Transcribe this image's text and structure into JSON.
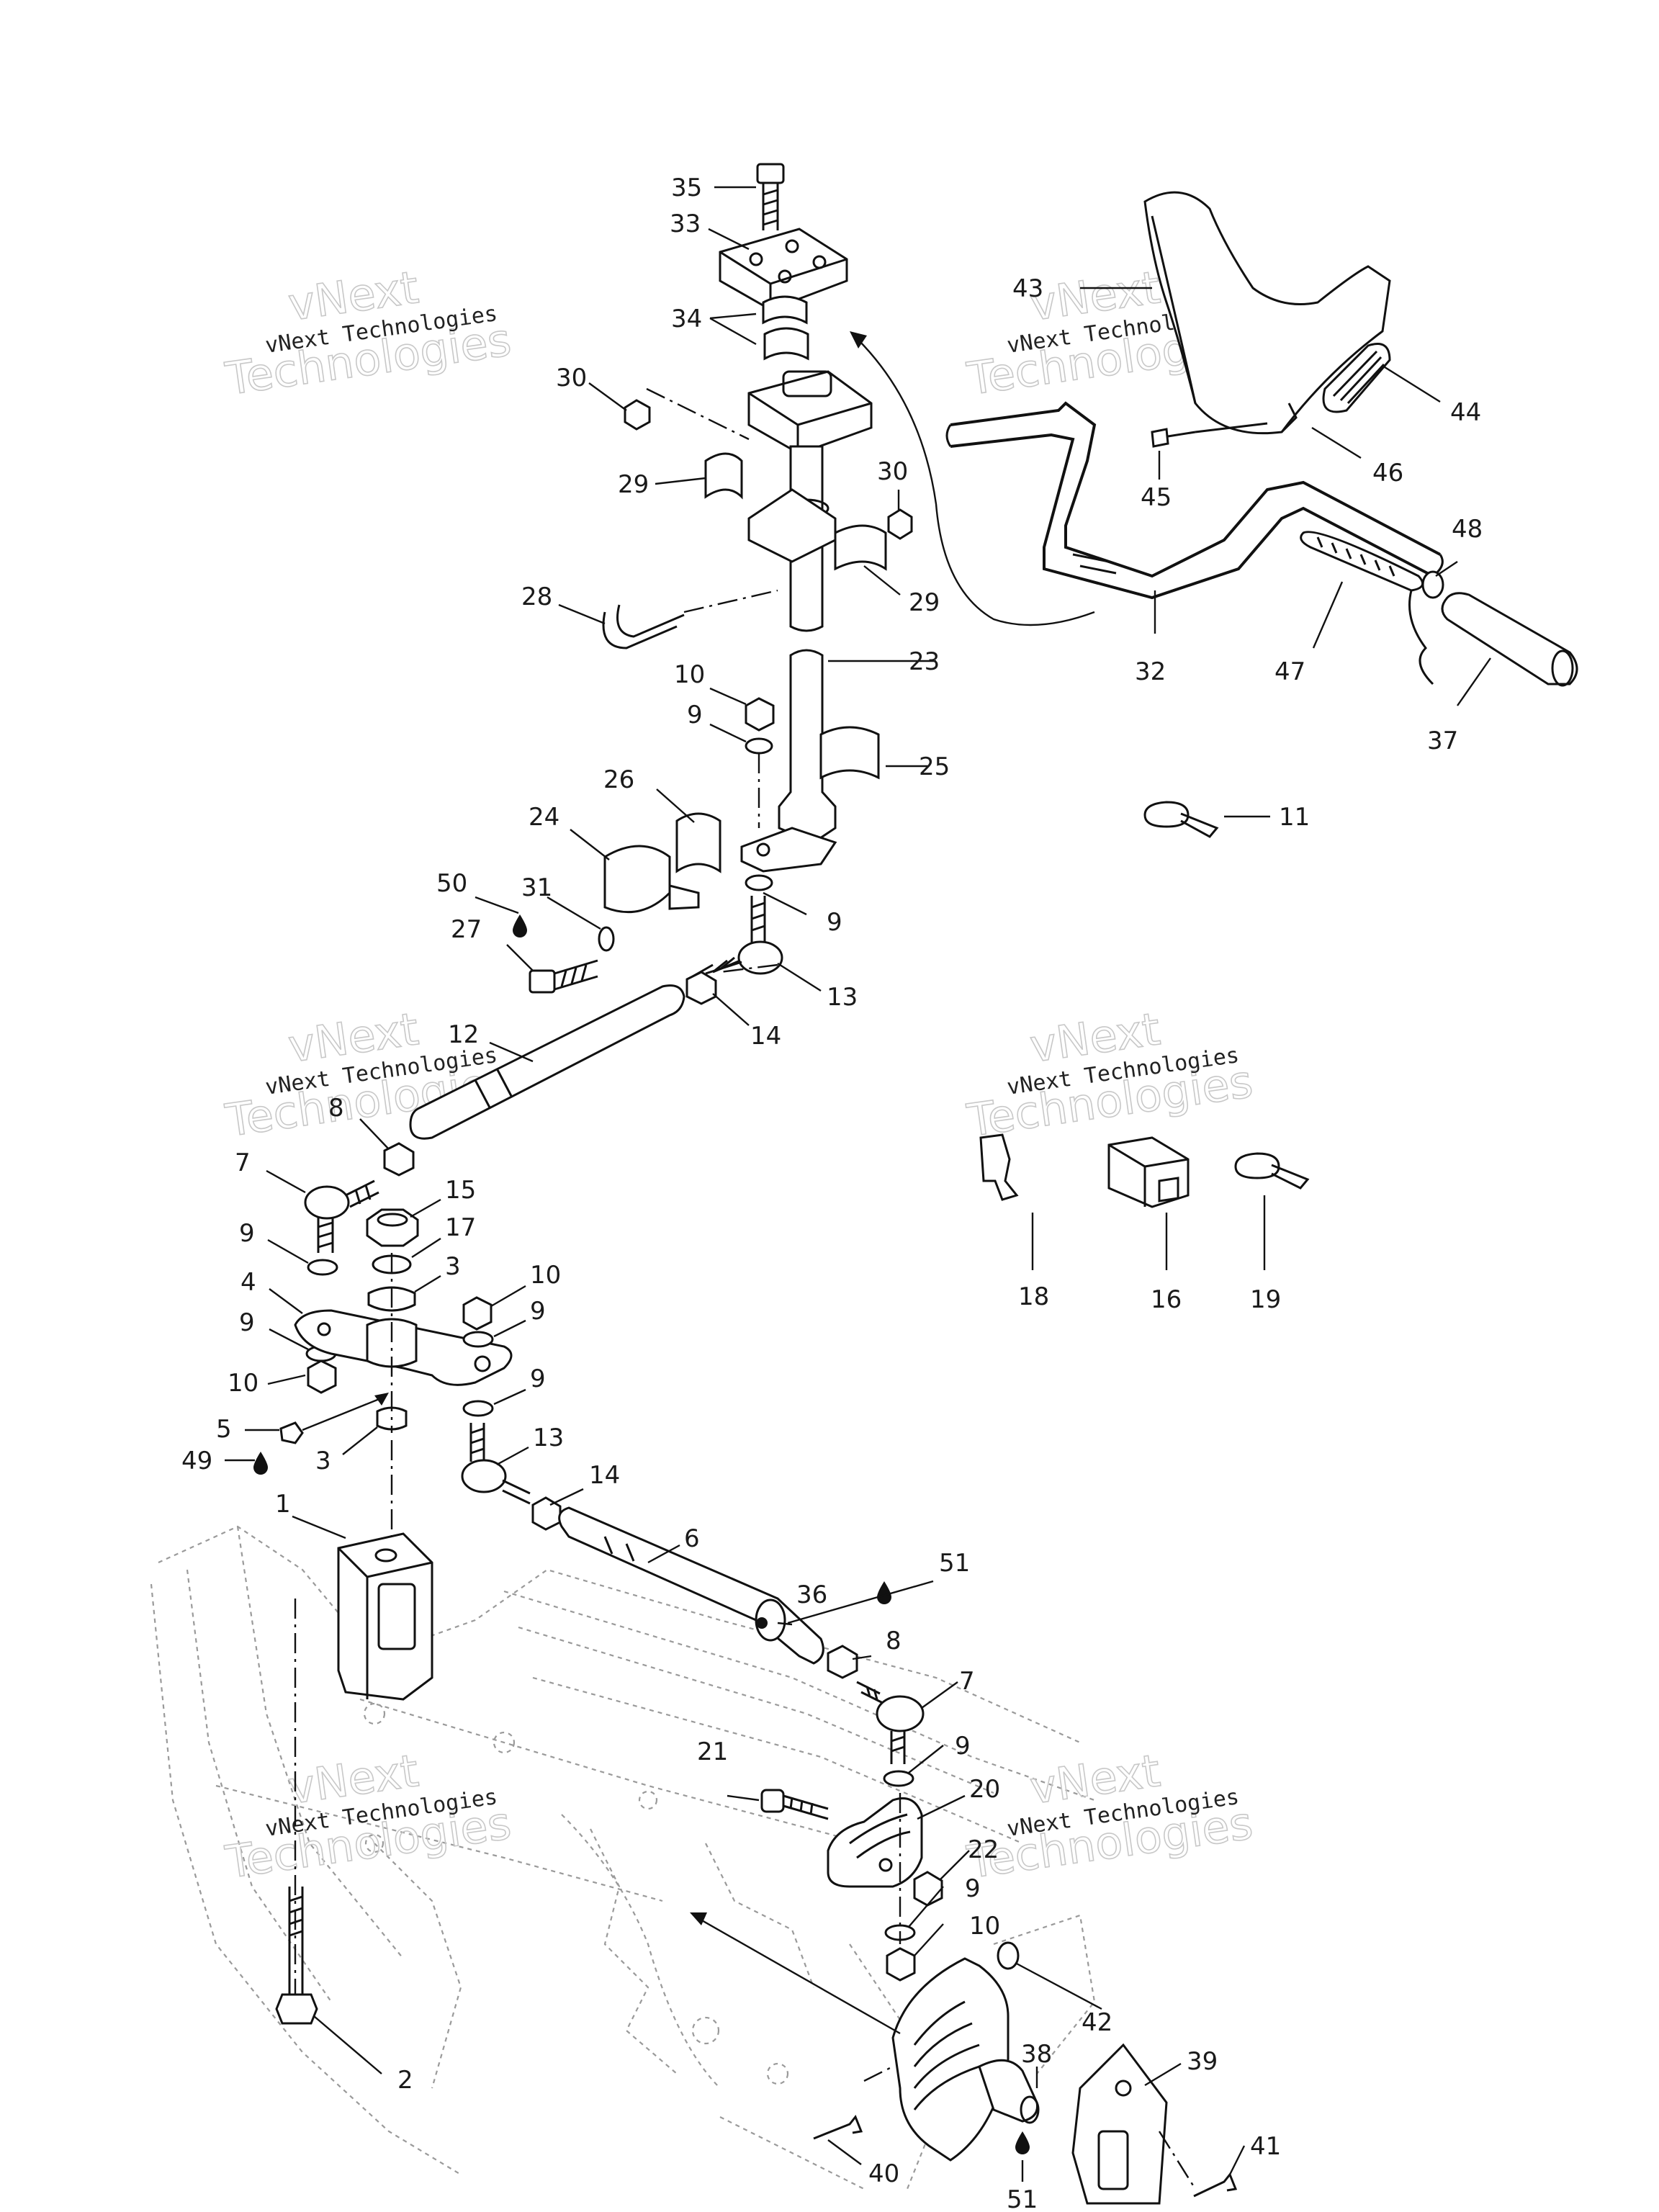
{
  "part_labels": [
    {
      "id": "35",
      "text": "35"
    },
    {
      "id": "33",
      "text": "33"
    },
    {
      "id": "34",
      "text": "34"
    },
    {
      "id": "30a",
      "text": "30"
    },
    {
      "id": "29a",
      "text": "29"
    },
    {
      "id": "30b",
      "text": "30"
    },
    {
      "id": "28",
      "text": "28"
    },
    {
      "id": "29b",
      "text": "29"
    },
    {
      "id": "23",
      "text": "23"
    },
    {
      "id": "10a",
      "text": "10"
    },
    {
      "id": "9a",
      "text": "9"
    },
    {
      "id": "25",
      "text": "25"
    },
    {
      "id": "26",
      "text": "26"
    },
    {
      "id": "24",
      "text": "24"
    },
    {
      "id": "50",
      "text": "50"
    },
    {
      "id": "31",
      "text": "31"
    },
    {
      "id": "9b",
      "text": "9"
    },
    {
      "id": "27",
      "text": "27"
    },
    {
      "id": "13a",
      "text": "13"
    },
    {
      "id": "14a",
      "text": "14"
    },
    {
      "id": "12",
      "text": "12"
    },
    {
      "id": "8a",
      "text": "8"
    },
    {
      "id": "7a",
      "text": "7"
    },
    {
      "id": "15",
      "text": "15"
    },
    {
      "id": "17",
      "text": "17"
    },
    {
      "id": "9c",
      "text": "9"
    },
    {
      "id": "3a",
      "text": "3"
    },
    {
      "id": "4",
      "text": "4"
    },
    {
      "id": "10b",
      "text": "10"
    },
    {
      "id": "9d",
      "text": "9"
    },
    {
      "id": "9e",
      "text": "9"
    },
    {
      "id": "10c",
      "text": "10"
    },
    {
      "id": "9f",
      "text": "9"
    },
    {
      "id": "5",
      "text": "5"
    },
    {
      "id": "49",
      "text": "49"
    },
    {
      "id": "3b",
      "text": "3"
    },
    {
      "id": "13b",
      "text": "13"
    },
    {
      "id": "14b",
      "text": "14"
    },
    {
      "id": "1",
      "text": "1"
    },
    {
      "id": "6",
      "text": "6"
    },
    {
      "id": "51a",
      "text": "51"
    },
    {
      "id": "36",
      "text": "36"
    },
    {
      "id": "8b",
      "text": "8"
    },
    {
      "id": "7b",
      "text": "7"
    },
    {
      "id": "9g",
      "text": "9"
    },
    {
      "id": "21",
      "text": "21"
    },
    {
      "id": "20",
      "text": "20"
    },
    {
      "id": "22",
      "text": "22"
    },
    {
      "id": "9h",
      "text": "9"
    },
    {
      "id": "10d",
      "text": "10"
    },
    {
      "id": "42",
      "text": "42"
    },
    {
      "id": "2",
      "text": "2"
    },
    {
      "id": "38",
      "text": "38"
    },
    {
      "id": "39",
      "text": "39"
    },
    {
      "id": "40",
      "text": "40"
    },
    {
      "id": "41",
      "text": "41"
    },
    {
      "id": "51b",
      "text": "51"
    },
    {
      "id": "43",
      "text": "43"
    },
    {
      "id": "44",
      "text": "44"
    },
    {
      "id": "46",
      "text": "46"
    },
    {
      "id": "45",
      "text": "45"
    },
    {
      "id": "48",
      "text": "48"
    },
    {
      "id": "32",
      "text": "32"
    },
    {
      "id": "47",
      "text": "47"
    },
    {
      "id": "37",
      "text": "37"
    },
    {
      "id": "11",
      "text": "11"
    },
    {
      "id": "18",
      "text": "18"
    },
    {
      "id": "16",
      "text": "16"
    },
    {
      "id": "19",
      "text": "19"
    }
  ],
  "watermark": {
    "small": "vNext Technologies",
    "big_line1": "vNext",
    "big_line2": "Technologies"
  }
}
